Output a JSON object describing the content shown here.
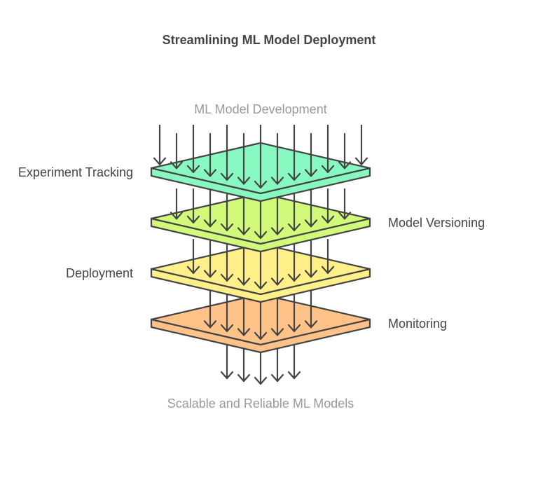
{
  "diagram": {
    "title": "Streamlining ML Model Deployment",
    "input_label": "ML Model Development",
    "output_label": "Scalable and Reliable ML Models",
    "layers": [
      {
        "id": "experiment-tracking",
        "label": "Experiment Tracking",
        "side": "left",
        "color": "#87F9C0"
      },
      {
        "id": "model-versioning",
        "label": "Model Versioning",
        "side": "right",
        "color": "#D1F97A"
      },
      {
        "id": "deployment",
        "label": "Deployment",
        "side": "left",
        "color": "#FFF08A"
      },
      {
        "id": "monitoring",
        "label": "Monitoring",
        "side": "right",
        "color": "#FFC38A"
      }
    ],
    "arrow_counts": [
      13,
      11,
      9,
      7,
      5
    ],
    "stroke_color": "#444444"
  }
}
